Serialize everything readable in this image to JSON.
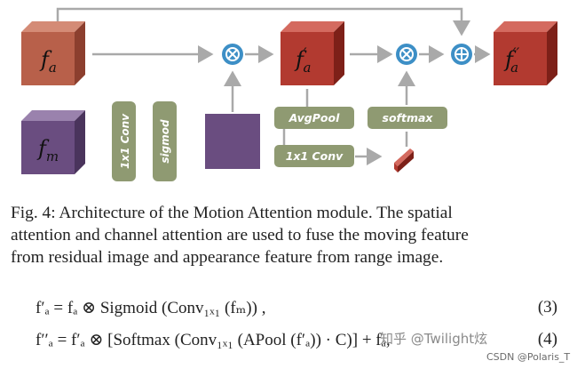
{
  "diagram": {
    "nodes": {
      "fa": "f",
      "fa_sub": "a",
      "fm": "f",
      "fm_sub": "m",
      "fa_prime": "f",
      "fa_prime_sub": "a",
      "fa_prime_mark": "′",
      "fa_dprime": "f",
      "fa_dprime_sub": "a",
      "fa_dprime_mark": "′′"
    },
    "ops": {
      "conv1": "1x1 Conv",
      "sigmoid": "sigmod",
      "avgpool": "AvgPool",
      "softmax": "softmax",
      "conv2": "1x1 Conv",
      "multiply": "⊗",
      "add": "⊕"
    },
    "colors": {
      "red_cube": "#b23a30",
      "orange_cube": "#b8604a",
      "purple_cube": "#6a4d80",
      "op_box": "#8f9a72",
      "op_circle": "#3d8fc6",
      "arrow": "#a9a9a9"
    }
  },
  "caption": {
    "line1": "Fig. 4: Architecture of the Motion Attention module. The spatial",
    "line2": "attention and channel attention are used to fuse the moving feature",
    "line3": "from residual image and appearance feature from range image."
  },
  "equations": [
    {
      "text": "f′ₐ = fₐ ⊗ Sigmoid (Conv₁ₓ₁ (fₘ)) ,",
      "number": "(3)"
    },
    {
      "text": "f′′ₐ = f′ₐ ⊗ [Softmax (Conv₁ₓ₁ (APool (f′ₐ)) · C)] + fₐ,",
      "number": "(4)"
    }
  ],
  "watermark": {
    "zhihu": "知乎 @Twilight炫",
    "csdn": "CSDN @Polaris_T"
  }
}
